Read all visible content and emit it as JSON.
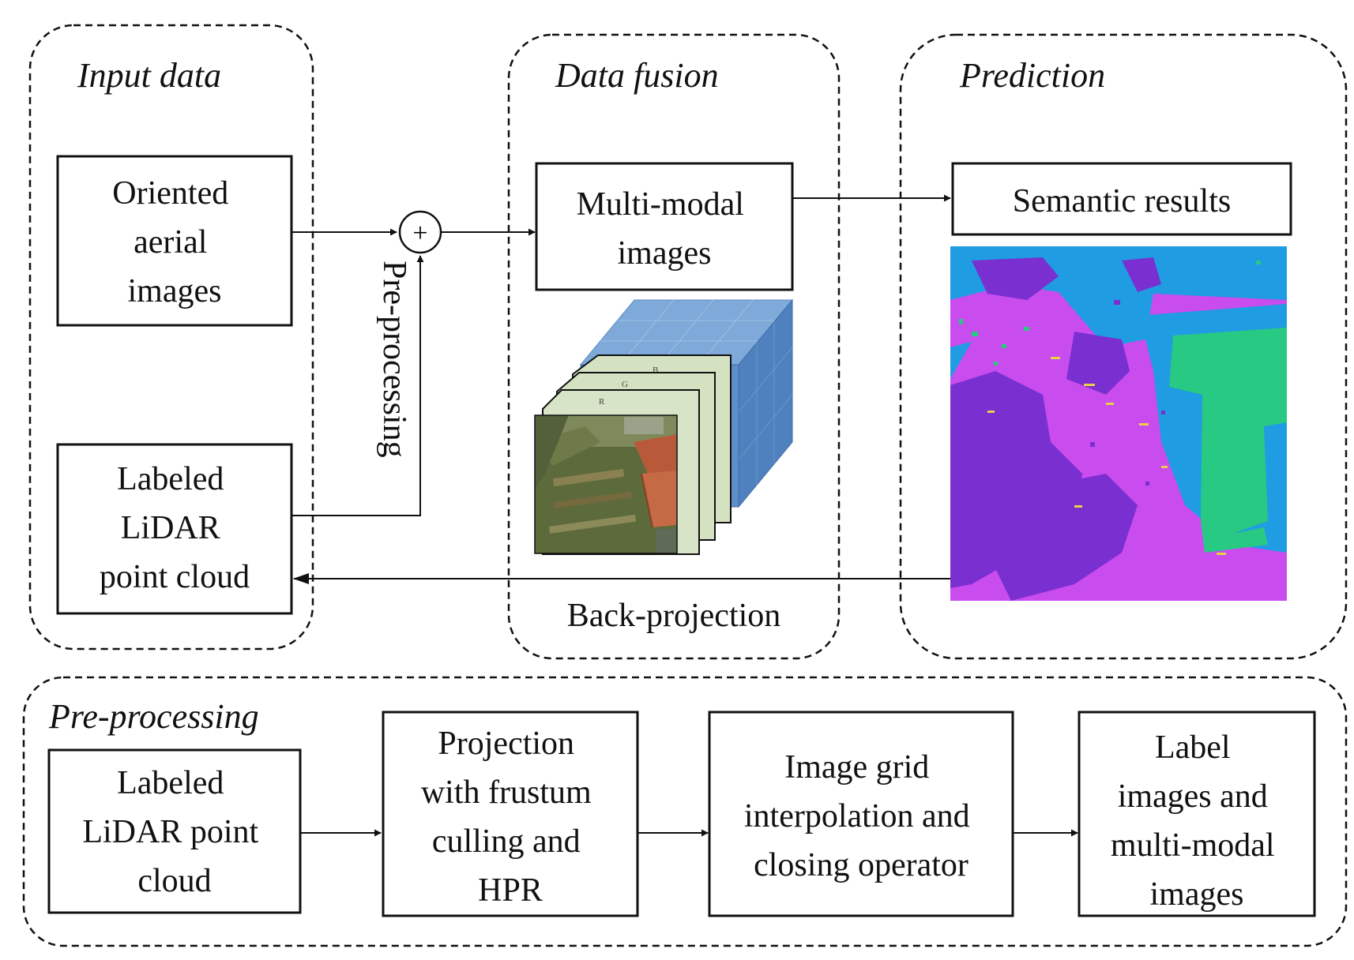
{
  "panels": {
    "input": {
      "title": "Input data"
    },
    "fusion": {
      "title": "Data fusion",
      "footer": "Back-projection"
    },
    "prediction": {
      "title": "Prediction"
    },
    "preprocessing": {
      "title": "Pre-processing"
    }
  },
  "boxes": {
    "oriented_images": [
      "Oriented",
      "aerial",
      "images"
    ],
    "labeled_lidar": [
      "Labeled",
      "LiDAR",
      "point cloud"
    ],
    "multimodal": [
      "Multi-modal",
      "images"
    ],
    "semantic_results": "Semantic results",
    "pp_lidar": [
      "Labeled",
      "LiDAR point",
      "cloud"
    ],
    "pp_projection": [
      "Projection",
      "with frustum",
      "culling and",
      "HPR"
    ],
    "pp_interp": [
      "Image grid",
      "interpolation and",
      "closing operator"
    ],
    "pp_label": [
      "Label",
      "images and",
      "multi-modal",
      "images"
    ]
  },
  "vertical_label": "Pre-processing",
  "cube_layers": [
    "R",
    "G",
    "B"
  ],
  "operator": "+",
  "colors": {
    "purple_dark": "#7a2fd0",
    "magenta": "#c94cf0",
    "blue": "#1e9be0",
    "green": "#27c97f",
    "yellow": "#e8d04a",
    "cube_blue": "#6e9fd3",
    "cube_side": "#4f82bf",
    "layer_green": "#d6e2c4"
  }
}
